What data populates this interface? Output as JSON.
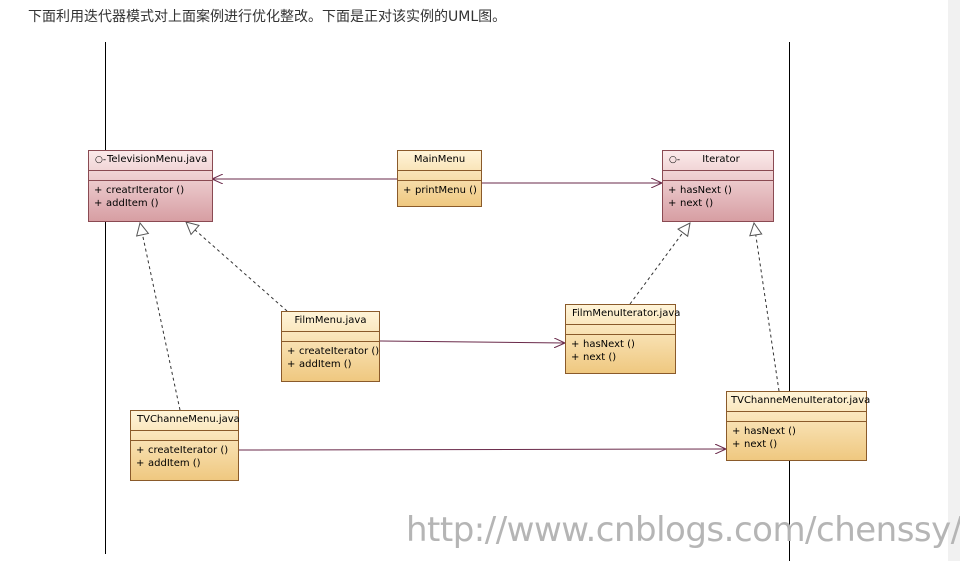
{
  "intro_text": "下面利用迭代器模式对上面案例进行优化整改。下面是正对该实例的UML图。",
  "watermark": "http://www.cnblogs.com/chenssy/",
  "colors": {
    "interface_fill": "#d79ea3",
    "class_fill": "#efc880",
    "connector": "#6a2a4a"
  },
  "classes": {
    "television_menu": {
      "name": "TelevisionMenu.java",
      "icon": "interface-icon",
      "ops": [
        {
          "vis": "+",
          "name": "creatrIterator ()"
        },
        {
          "vis": "+",
          "name": "addItem ()"
        }
      ]
    },
    "main_menu": {
      "name": "MainMenu",
      "ops": [
        {
          "vis": "+",
          "name": "printMenu ()"
        }
      ]
    },
    "iterator": {
      "name": "Iterator",
      "icon": "interface-icon",
      "ops": [
        {
          "vis": "+",
          "name": "hasNext ()"
        },
        {
          "vis": "+",
          "name": "next ()"
        }
      ]
    },
    "film_menu": {
      "name": "FilmMenu.java",
      "ops": [
        {
          "vis": "+",
          "name": "createIterator ()"
        },
        {
          "vis": "+",
          "name": "addItem ()"
        }
      ]
    },
    "film_menu_iterator": {
      "name": "FilmMenuIterator.java",
      "ops": [
        {
          "vis": "+",
          "name": "hasNext ()"
        },
        {
          "vis": "+",
          "name": "next ()"
        }
      ]
    },
    "tv_channe_menu": {
      "name": "TVChanneMenu.java",
      "ops": [
        {
          "vis": "+",
          "name": "createIterator ()"
        },
        {
          "vis": "+",
          "name": "addItem ()"
        }
      ]
    },
    "tv_channe_menu_iterator": {
      "name": "TVChanneMenuIterator.java",
      "ops": [
        {
          "vis": "+",
          "name": "hasNext ()"
        },
        {
          "vis": "+",
          "name": "next ()"
        }
      ]
    }
  }
}
